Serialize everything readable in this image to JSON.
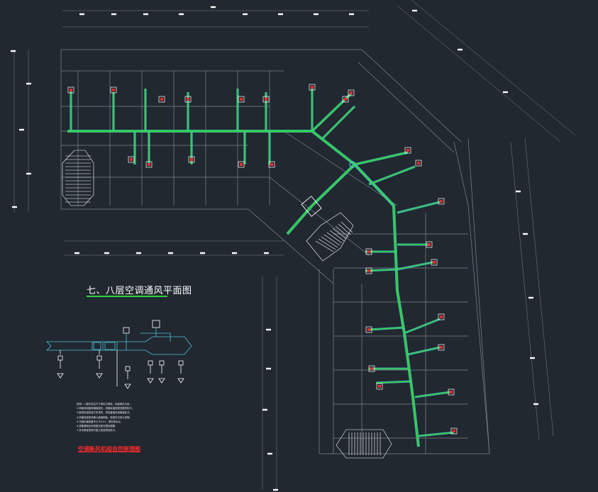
{
  "drawing": {
    "title": "七、八层空调通风平面图",
    "notes": [
      "说明：1.图中标注尺寸单位为毫米，标高单位为米。",
      "2.风管采用镀锌钢板制作，风管厚度按规范要求执行。",
      "3.新风机组安装于吊顶内，风机盘管采用暗装卧式。",
      "4.风管保温采用离心玻璃棉板，厚度详见设计说明。",
      "5.冷凝水管坡度不小于0.01，坡向排水点。",
      "6.设备基础及吊架做法参见国标图集。",
      "7.未尽事宜按现行施工验收规范执行。"
    ],
    "legend_caption": "空调新风机组自控原理图"
  },
  "colors": {
    "background": "#212830",
    "walls": "#9aa3ad",
    "duct": "#2fd23a",
    "duct_edge": "#4ec3d8",
    "schematic": "#4ec3d8",
    "annotation": "#ff2a2a"
  }
}
